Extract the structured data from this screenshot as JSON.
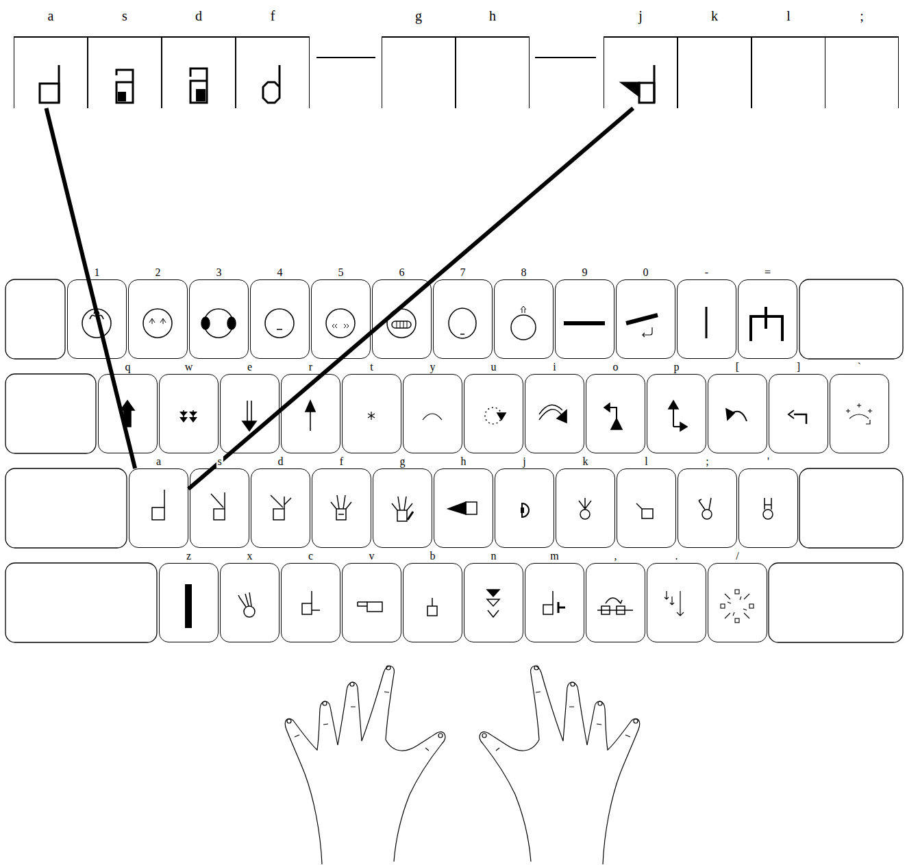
{
  "diagram": {
    "nodes": [
      {
        "text": [
          "a"
        ]
      },
      {
        "text": [
          "s"
        ]
      },
      {
        "text": [
          "d"
        ]
      },
      {
        "text": [
          "f"
        ]
      },
      {
        "text": [
          "g"
        ]
      },
      {
        "text": [
          "h"
        ]
      },
      {
        "text": [
          "j"
        ]
      },
      {
        "text": [
          "k"
        ]
      },
      {
        "text": [
          "l"
        ]
      },
      {
        "text": [
          ";"
        ]
      },
      {
        "text": [
          "1"
        ]
      },
      {
        "text": [
          "2"
        ]
      },
      {
        "text": [
          "3"
        ]
      },
      {
        "text": [
          "4"
        ]
      },
      {
        "text": [
          "5"
        ]
      },
      {
        "text": [
          "6"
        ]
      },
      {
        "text": [
          "7"
        ]
      },
      {
        "text": [
          "8"
        ]
      },
      {
        "text": [
          "9"
        ]
      },
      {
        "text": [
          "0"
        ]
      },
      {
        "text": [
          "-"
        ]
      },
      {
        "text": [
          "="
        ]
      },
      {
        "text": [
          "q"
        ]
      },
      {
        "text": [
          "w"
        ]
      },
      {
        "text": [
          "e"
        ]
      },
      {
        "text": [
          "r"
        ]
      },
      {
        "text": [
          "t"
        ]
      },
      {
        "text": [
          "y"
        ]
      },
      {
        "text": [
          "u"
        ]
      },
      {
        "text": [
          "i"
        ]
      },
      {
        "text": [
          "o"
        ]
      },
      {
        "text": [
          "p"
        ]
      },
      {
        "text": [
          "["
        ]
      },
      {
        "text": [
          "]"
        ]
      },
      {
        "text": [
          "`"
        ]
      },
      {
        "text": [
          "a"
        ]
      },
      {
        "text": [
          "s"
        ]
      },
      {
        "text": [
          "d"
        ]
      },
      {
        "text": [
          "f"
        ]
      },
      {
        "text": [
          "g"
        ]
      },
      {
        "text": [
          "h"
        ]
      },
      {
        "text": [
          "j"
        ]
      },
      {
        "text": [
          "k"
        ]
      },
      {
        "text": [
          "l"
        ]
      },
      {
        "text": [
          ";"
        ]
      },
      {
        "text": [
          "'"
        ]
      },
      {
        "text": [
          "z"
        ]
      },
      {
        "text": [
          "x"
        ]
      },
      {
        "text": [
          "c"
        ]
      },
      {
        "text": [
          "v"
        ]
      },
      {
        "text": [
          "b"
        ]
      },
      {
        "text": [
          "n"
        ]
      },
      {
        "text": [
          "m"
        ]
      },
      {
        "text": [
          ","
        ]
      },
      {
        "text": [
          "."
        ]
      },
      {
        "text": [
          "/"
        ]
      }
    ],
    "edges": [
      {
        "from": 0,
        "to": 35,
        "arrow": "none"
      },
      {
        "from": 6,
        "to": 35,
        "arrow": "none"
      }
    ]
  }
}
